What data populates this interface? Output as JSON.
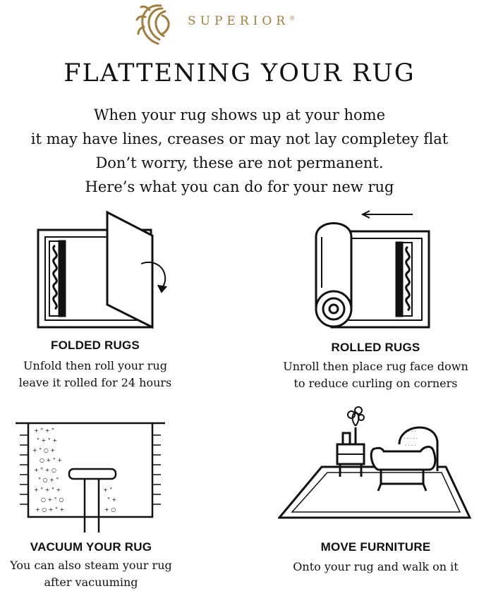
{
  "brand": {
    "name": "SUPERIOR",
    "reg": "®",
    "color": "#a17e3e"
  },
  "title": "FLATTENING YOUR RUG",
  "intro": [
    "When your rug shows up at your home",
    "it may have lines, creases or may not lay completey flat",
    "Don’t worry, these are not permanent.",
    "Here’s what you can do for your new rug"
  ],
  "tips": [
    {
      "title": "FOLDED RUGS",
      "lines": [
        "Unfold then roll your rug",
        "leave it rolled for 24 hours"
      ],
      "icon": "folded-rug-icon"
    },
    {
      "title": "ROLLED RUGS",
      "lines": [
        "Unroll then place rug face down",
        "to reduce curling on corners"
      ],
      "icon": "rolled-rug-icon"
    },
    {
      "title": "VACUUM YOUR RUG",
      "lines": [
        "You can also steam your rug",
        "after vacuuming"
      ],
      "icon": "vacuum-icon"
    },
    {
      "title": "MOVE FURNITURE",
      "lines": [
        "Onto your rug and walk on it"
      ],
      "icon": "furniture-icon"
    }
  ]
}
